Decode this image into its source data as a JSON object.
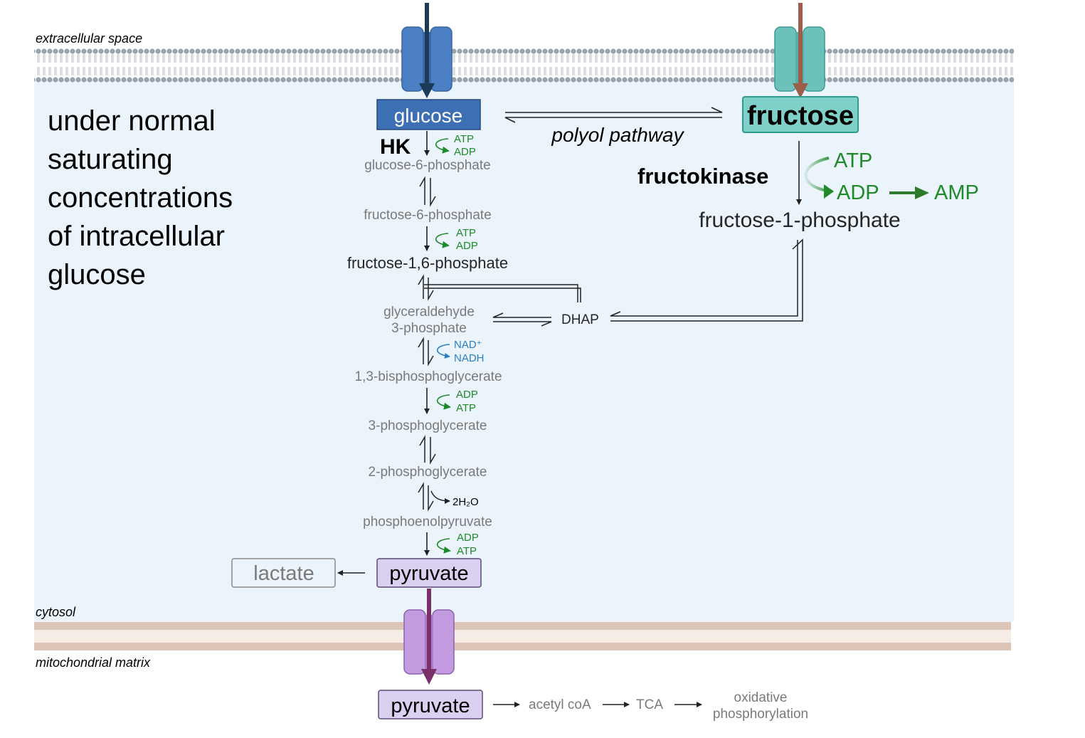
{
  "compartments": {
    "extracellular": "extracellular space",
    "cytosol": "cytosol",
    "matrix": "mitochondrial matrix"
  },
  "condition_note": [
    "under normal",
    "saturating",
    "concentrations",
    "of intracellular",
    "glucose"
  ],
  "glucose": "glucose",
  "fructose": "fructose",
  "polyol": "polyol pathway",
  "hk": "HK",
  "fructokinase": "fructokinase",
  "f1p": "fructose-1-phosphate",
  "cofactor_atp": "ATP",
  "cofactor_adp": "ADP",
  "cofactor_amp": "AMP",
  "glycolysis": {
    "g6p": "glucose-6-phosphate",
    "f6p": "fructose-6-phosphate",
    "f16bp": "fructose-1,6-phosphate",
    "gap_1": "glyceraldehyde",
    "gap_2": "3-phosphate",
    "dhap": "DHAP",
    "nad": "NAD⁺",
    "nadh": "NADH",
    "bpg": "1,3-bisphosphoglycerate",
    "pg3": "3-phosphoglycerate",
    "pg2": "2-phosphoglycerate",
    "water": "2H₂O",
    "pep": "phosphoenolpyruvate",
    "pyruvate": "pyruvate",
    "lactate": "lactate"
  },
  "mito": {
    "pyruvate": "pyruvate",
    "acetyl": "acetyl coA",
    "tca": "TCA",
    "ox1": "oxidative",
    "ox2": "phosphorylation"
  },
  "colors": {
    "cytosol_bg": "#ebf3fb",
    "glucose_box": "#3d6fb5",
    "fructose_box": "#7fd0c8",
    "pyruvate_box": "#dcd0f0",
    "green": "#1e8a2a",
    "blue": "#2a7fc0",
    "brown_arrow": "#9b5e4a",
    "navy_arrow": "#1c3b58",
    "purple_arrow": "#7a2f6a"
  }
}
